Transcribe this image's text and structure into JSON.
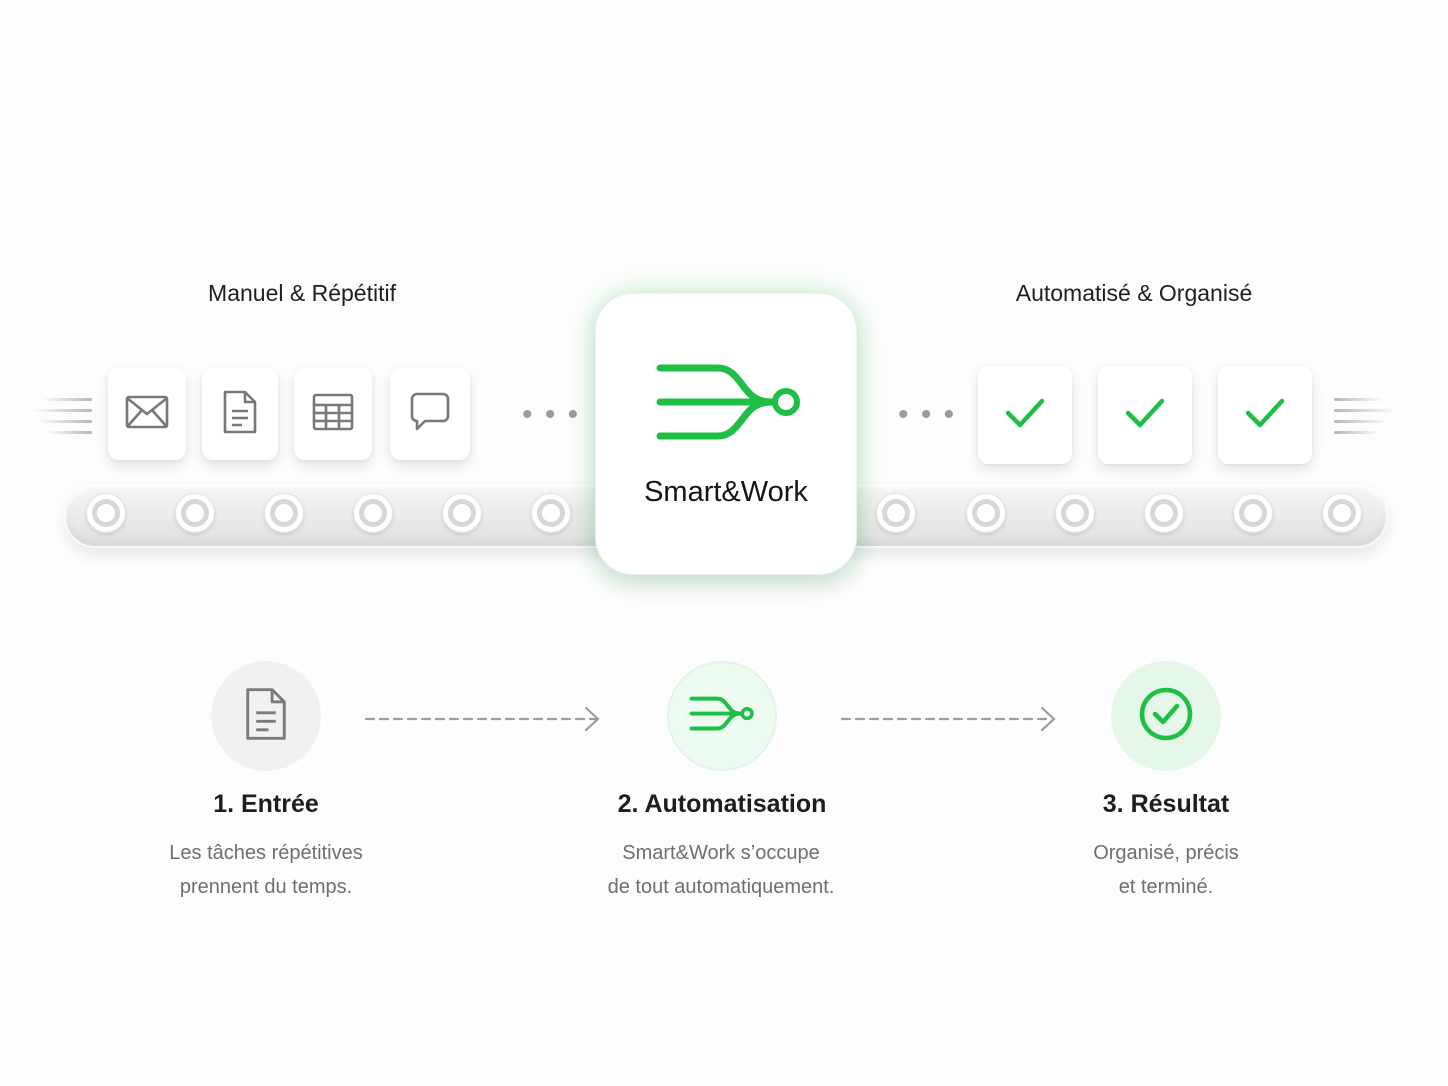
{
  "labels": {
    "left": "Manuel & Répétitif",
    "right": "Automatisé & Organisé"
  },
  "input_items": [
    {
      "icon": "envelope-icon"
    },
    {
      "icon": "document-icon"
    },
    {
      "icon": "spreadsheet-icon"
    },
    {
      "icon": "chat-bubble-icon"
    }
  ],
  "output_items": [
    {
      "icon": "checkmark-icon"
    },
    {
      "icon": "checkmark-icon"
    },
    {
      "icon": "checkmark-icon"
    }
  ],
  "ellipsis": "• • •",
  "hub": {
    "name": "Smart&Work",
    "logo_icon": "smartwork-logo-icon"
  },
  "steps": [
    {
      "title": "1. Entrée",
      "desc_line1": "Les tâches répétitives",
      "desc_line2": "prennent du temps.",
      "icon": "document-icon"
    },
    {
      "title": "2. Automatisation",
      "desc_line1": "Smart&Work s’occupe",
      "desc_line2": "de tout automatiquement.",
      "icon": "smartwork-logo-icon"
    },
    {
      "title": "3. Résultat",
      "desc_line1": "Organisé, précis",
      "desc_line2": "et terminé.",
      "icon": "check-circle-icon"
    }
  ],
  "colors": {
    "accent_green": "#1fbe45",
    "muted_icon": "#7a7a7f",
    "background": "#fdfdfd"
  }
}
